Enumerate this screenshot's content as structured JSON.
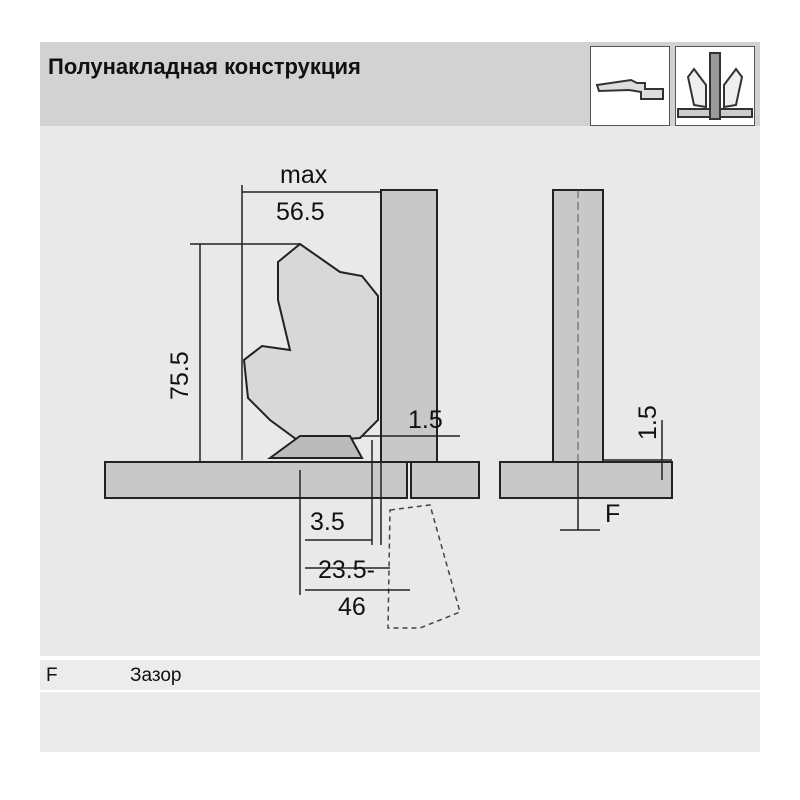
{
  "header": {
    "title": "Полунакладная конструкция"
  },
  "icons": [
    "hinge-side-view-icon",
    "hinge-front-view-icon"
  ],
  "diagram": {
    "labels": {
      "max": "max",
      "width": "56.5",
      "height": "75.5",
      "offset_top": "1.5",
      "offset_right": "1.5",
      "gap": "F",
      "d1": "3.5",
      "d2": "23.5-",
      "d3": "46"
    }
  },
  "legend": [
    {
      "key": "F",
      "value": "Зазор"
    }
  ]
}
